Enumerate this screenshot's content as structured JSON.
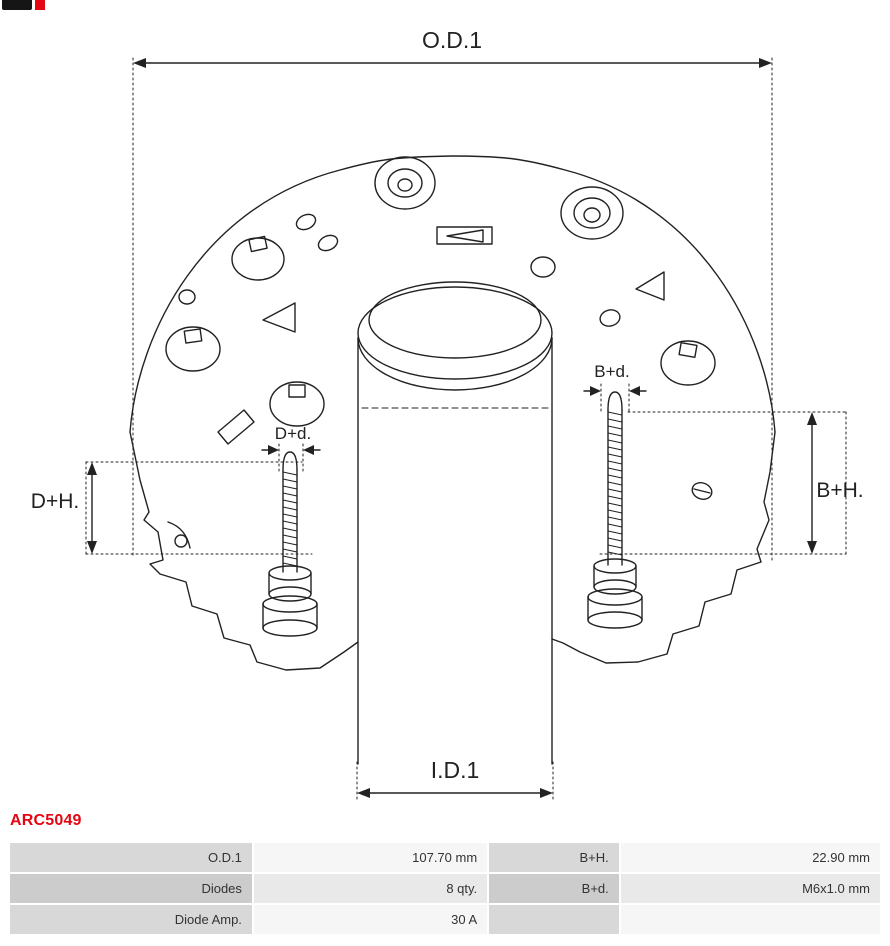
{
  "part_number": {
    "text": "ARC5049",
    "color": "#e30613"
  },
  "logo_fragment": {
    "color_black": "#151515",
    "color_red": "#e30613"
  },
  "diagram": {
    "line_color": "#222222",
    "labels": {
      "od1": "O.D.1",
      "id1": "I.D.1",
      "bh": "B+H.",
      "dh": "D+H.",
      "bd": "B+d.",
      "dd": "D+d."
    }
  },
  "table": {
    "rows": [
      {
        "cells": [
          "O.D.1",
          "107.70 mm",
          "B+H.",
          "22.90 mm"
        ]
      },
      {
        "cells": [
          "Diodes",
          "8 qty.",
          "B+d.",
          "M6x1.0 mm"
        ]
      },
      {
        "cells": [
          "Diode Amp.",
          "30 A",
          "",
          ""
        ]
      }
    ]
  }
}
